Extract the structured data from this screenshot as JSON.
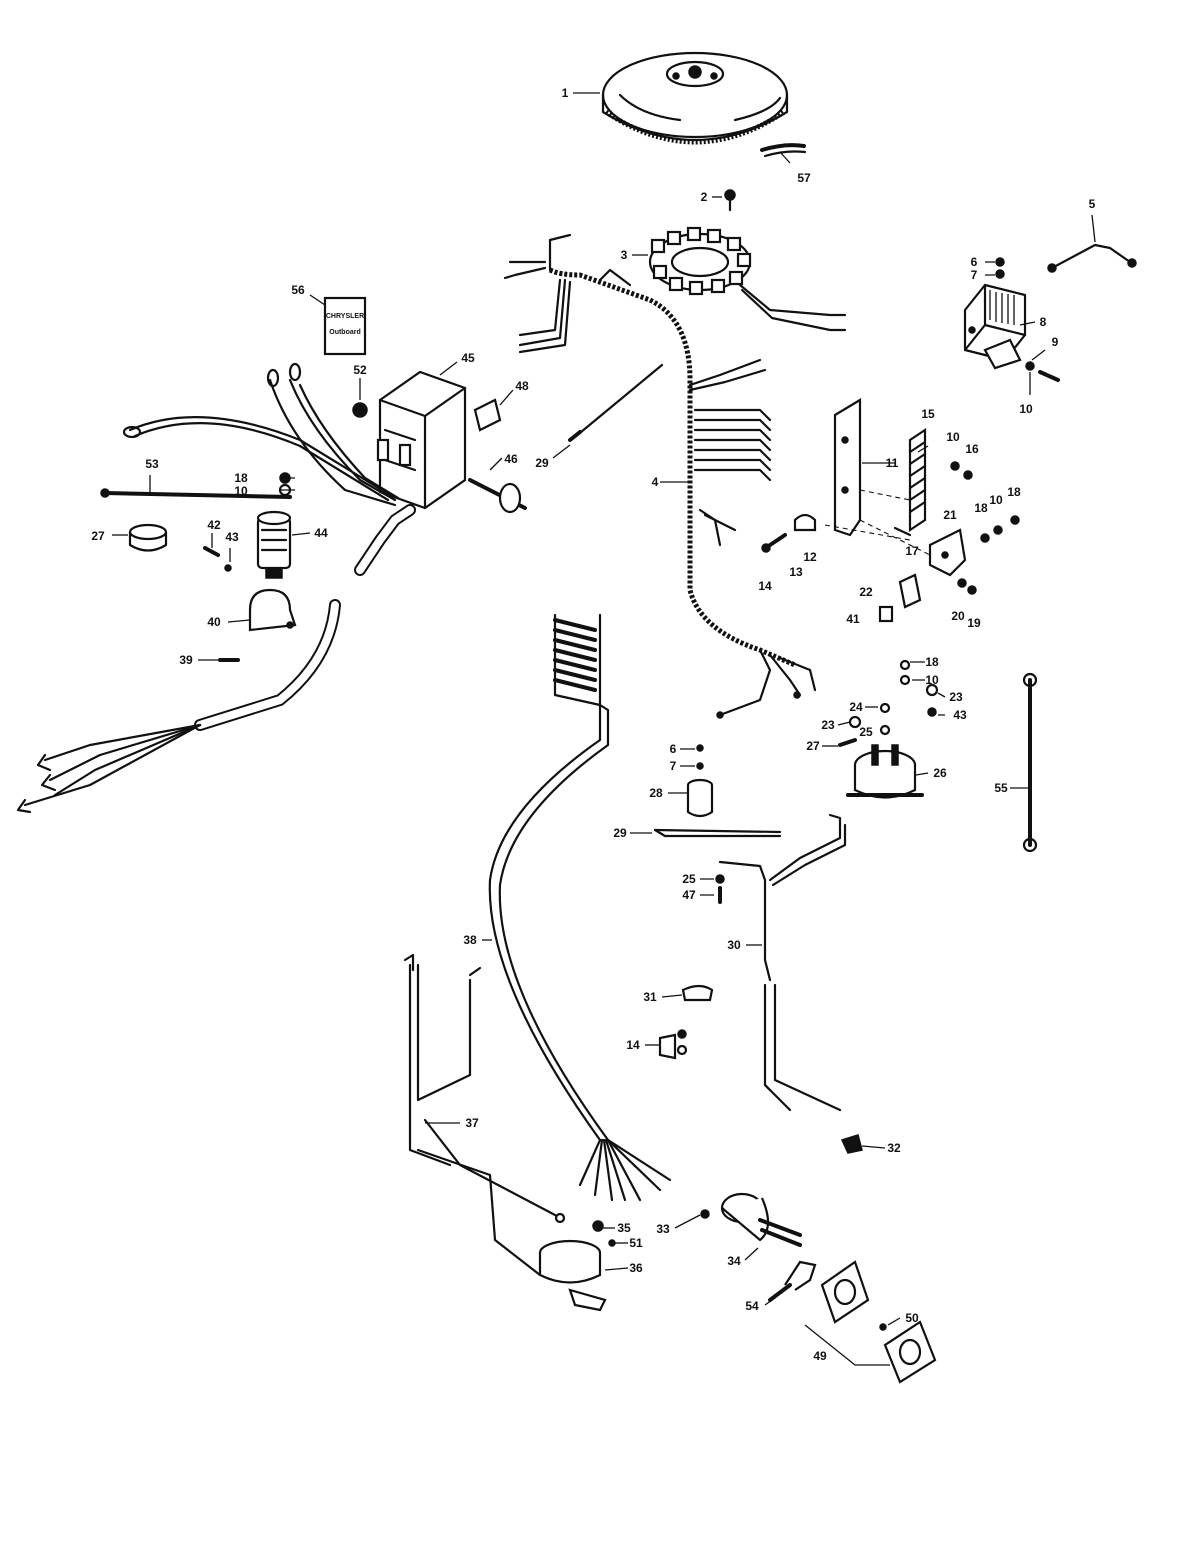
{
  "diagram": {
    "type": "exploded-parts-wiring-diagram",
    "decal_text": [
      "CHRYSLER",
      "Outboard"
    ],
    "callouts": [
      {
        "id": "c1",
        "text": "1"
      },
      {
        "id": "c57",
        "text": "57"
      },
      {
        "id": "c2",
        "text": "2"
      },
      {
        "id": "c3",
        "text": "3"
      },
      {
        "id": "c5",
        "text": "5"
      },
      {
        "id": "c6a",
        "text": "6"
      },
      {
        "id": "c7a",
        "text": "7"
      },
      {
        "id": "c8",
        "text": "8"
      },
      {
        "id": "c9",
        "text": "9"
      },
      {
        "id": "c10a",
        "text": "10"
      },
      {
        "id": "c56",
        "text": "56"
      },
      {
        "id": "c45",
        "text": "45"
      },
      {
        "id": "c52",
        "text": "52"
      },
      {
        "id": "c48",
        "text": "48"
      },
      {
        "id": "c29a",
        "text": "29"
      },
      {
        "id": "c46",
        "text": "46"
      },
      {
        "id": "c4",
        "text": "4"
      },
      {
        "id": "c15",
        "text": "15"
      },
      {
        "id": "c10b",
        "text": "10"
      },
      {
        "id": "c16",
        "text": "16"
      },
      {
        "id": "c11",
        "text": "11"
      },
      {
        "id": "c10c",
        "text": "10"
      },
      {
        "id": "c18a",
        "text": "18"
      },
      {
        "id": "c18b",
        "text": "18"
      },
      {
        "id": "c21",
        "text": "21"
      },
      {
        "id": "c17",
        "text": "17"
      },
      {
        "id": "c12",
        "text": "12"
      },
      {
        "id": "c13",
        "text": "13"
      },
      {
        "id": "c14a",
        "text": "14"
      },
      {
        "id": "c22",
        "text": "22"
      },
      {
        "id": "c20",
        "text": "20"
      },
      {
        "id": "c19",
        "text": "19"
      },
      {
        "id": "c41",
        "text": "41"
      },
      {
        "id": "c53",
        "text": "53"
      },
      {
        "id": "c18c",
        "text": "18"
      },
      {
        "id": "c10d",
        "text": "10"
      },
      {
        "id": "c27a",
        "text": "27"
      },
      {
        "id": "c42",
        "text": "42"
      },
      {
        "id": "c43a",
        "text": "43"
      },
      {
        "id": "c44",
        "text": "44"
      },
      {
        "id": "c40",
        "text": "40"
      },
      {
        "id": "c39",
        "text": "39"
      },
      {
        "id": "c18d",
        "text": "18"
      },
      {
        "id": "c10e",
        "text": "10"
      },
      {
        "id": "c23a",
        "text": "23"
      },
      {
        "id": "c24",
        "text": "24"
      },
      {
        "id": "c23b",
        "text": "23"
      },
      {
        "id": "c43b",
        "text": "43"
      },
      {
        "id": "c25a",
        "text": "25"
      },
      {
        "id": "c27b",
        "text": "27"
      },
      {
        "id": "c26",
        "text": "26"
      },
      {
        "id": "c55",
        "text": "55"
      },
      {
        "id": "c6b",
        "text": "6"
      },
      {
        "id": "c7b",
        "text": "7"
      },
      {
        "id": "c28",
        "text": "28"
      },
      {
        "id": "c29b",
        "text": "29"
      },
      {
        "id": "c25b",
        "text": "25"
      },
      {
        "id": "c47",
        "text": "47"
      },
      {
        "id": "c38",
        "text": "38"
      },
      {
        "id": "c30",
        "text": "30"
      },
      {
        "id": "c31",
        "text": "31"
      },
      {
        "id": "c14b",
        "text": "14"
      },
      {
        "id": "c37",
        "text": "37"
      },
      {
        "id": "c32",
        "text": "32"
      },
      {
        "id": "c33",
        "text": "33"
      },
      {
        "id": "c35",
        "text": "35"
      },
      {
        "id": "c51",
        "text": "51"
      },
      {
        "id": "c36",
        "text": "36"
      },
      {
        "id": "c34",
        "text": "34"
      },
      {
        "id": "c54",
        "text": "54"
      },
      {
        "id": "c50",
        "text": "50"
      },
      {
        "id": "c49",
        "text": "49"
      }
    ]
  }
}
